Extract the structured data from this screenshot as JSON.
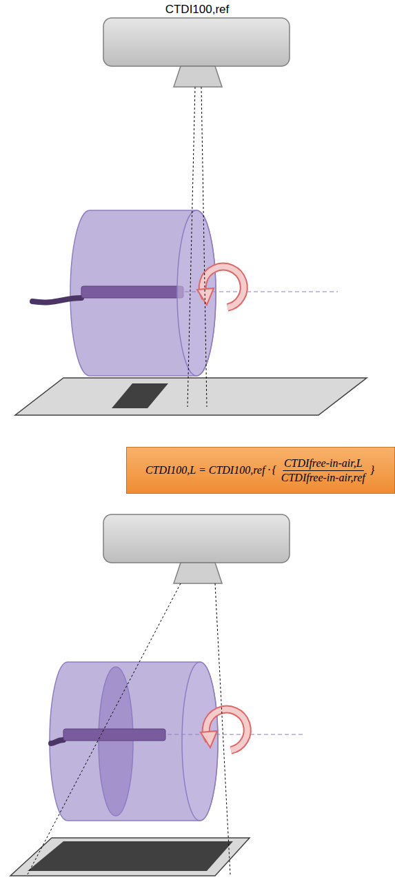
{
  "diagram": {
    "nodes": [
      {
        "text": [
          "CTDI100,L = CTDI100,ref ·",
          "{",
          "CTDIfree-in-air,L",
          "CTDIfree-in-air,ref",
          "}"
        ]
      }
    ],
    "labels": [
      "CTDI100,ref"
    ]
  }
}
